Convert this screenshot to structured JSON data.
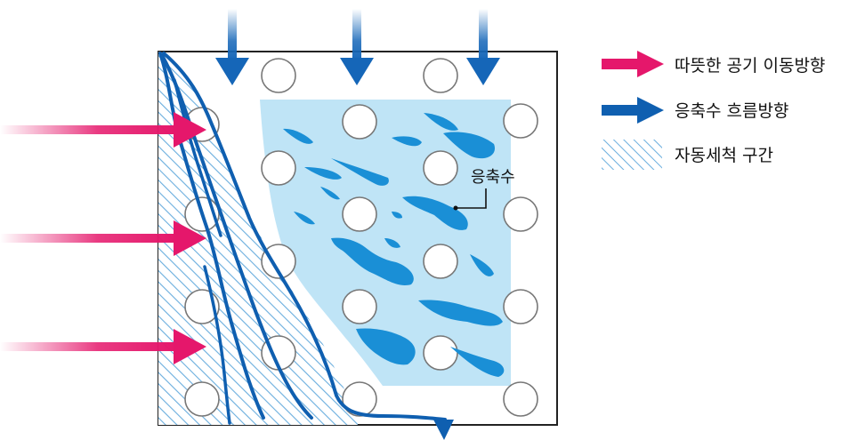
{
  "legend": {
    "items": [
      {
        "label": "따뜻한 공기 이동방향"
      },
      {
        "label": "응축수 흐름방향"
      },
      {
        "label": "자동세척 구간"
      }
    ]
  },
  "diagram": {
    "condensate_label": "응축수"
  },
  "colors": {
    "warm_air": "#e5176b",
    "condensate_flow": "#0f5fb0",
    "water_region": "#bfe4f6",
    "droplet": "#1a8fd6",
    "hatch": "#4fa6d8"
  }
}
